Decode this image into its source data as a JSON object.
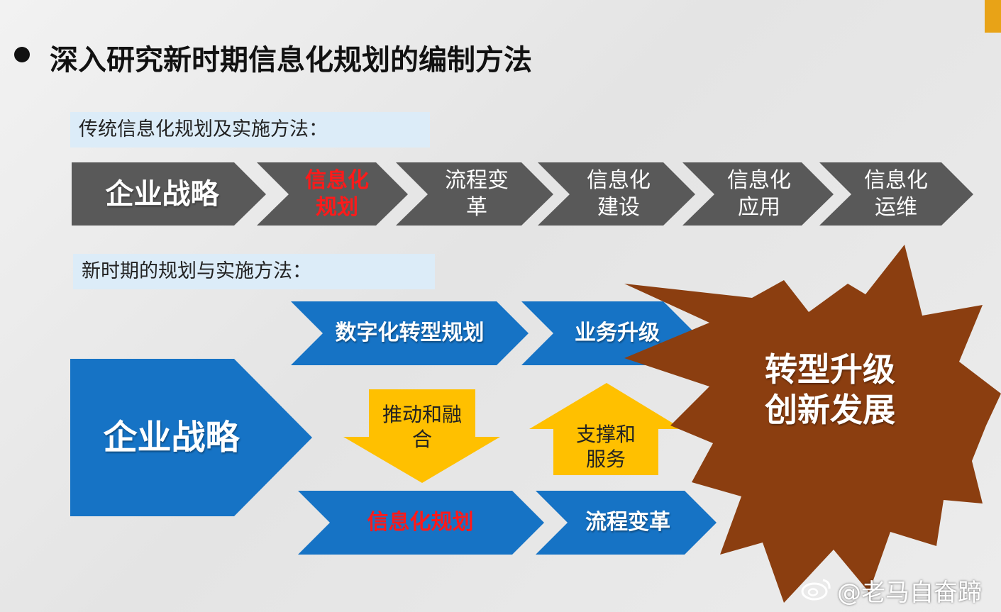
{
  "title": "深入研究新时期信息化规划的编制方法",
  "traditional_label": "传统信息化规划及实施方法：",
  "traditional_steps": [
    {
      "label": "企业战略"
    },
    {
      "label": "信息化\n规划",
      "highlight": true
    },
    {
      "label": "流程变\n革"
    },
    {
      "label": "信息化\n建设"
    },
    {
      "label": "信息化\n应用"
    },
    {
      "label": "信息化\n运维"
    }
  ],
  "new_label": "新时期的规划与实施方法：",
  "new_method": {
    "strategy": "企业战略",
    "top_row": [
      "数字化转型规划",
      "业务升级"
    ],
    "bottom_row": [
      {
        "label": "信息化规划",
        "highlight": true
      },
      {
        "label": "流程变革"
      }
    ],
    "down_arrow": "推动和融\n合",
    "up_arrow": "支撑和\n服务",
    "burst": "转型升级\n创新发展"
  },
  "colors": {
    "gray": "#595959",
    "blue": "#1673c5",
    "yellow": "#ffc000",
    "brown": "#8b3e10",
    "highlight": "#ff1a1a"
  },
  "watermark": "@老马自奋蹄"
}
